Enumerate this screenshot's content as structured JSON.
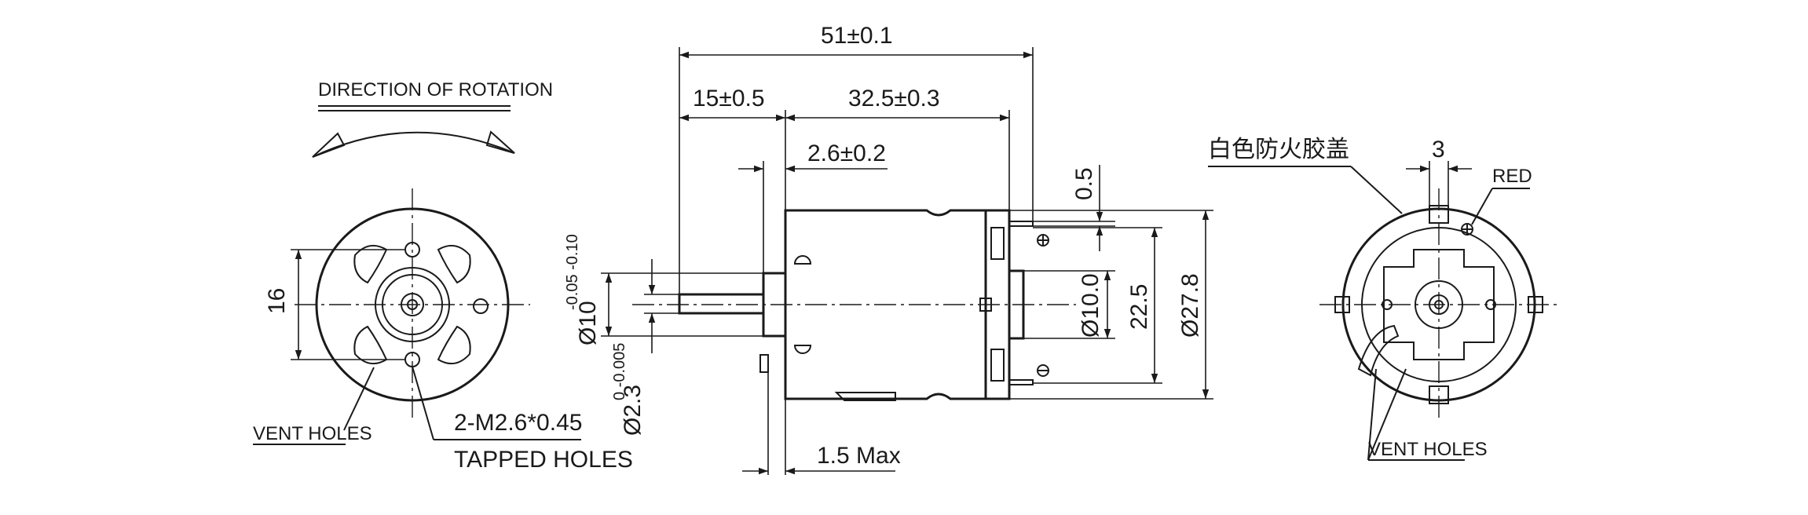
{
  "left_view": {
    "rotation_label": "DIRECTION OF ROTATION",
    "dim_16": "16",
    "vent_holes_label": "VENT HOLES",
    "tapped_spec": "2-M2.6*0.45",
    "tapped_label": "TAPPED HOLES"
  },
  "side_view": {
    "dim_overall": "51±0.1",
    "dim_shaft": "15±0.5",
    "dim_body": "32.5±0.3",
    "dim_boss": "2.6±0.2",
    "dim_terminal": "0.5",
    "dim_boss_dia": "Ø10.0",
    "dim_terminal_span": "22.5",
    "dim_body_dia": "Ø27.8",
    "dim_shaft_dia_base": "Ø10",
    "dim_shaft_dia_tol": "-0.05 -0.10",
    "dim_shaft_small_base": "Ø2.3",
    "dim_shaft_small_tol": "0 -0.005",
    "dim_gap": "1.5 Max"
  },
  "right_view": {
    "cap_label": "白色防火胶盖",
    "dim_3": "3",
    "red_label": "RED",
    "vent_holes_label": "VENT HOLES"
  }
}
